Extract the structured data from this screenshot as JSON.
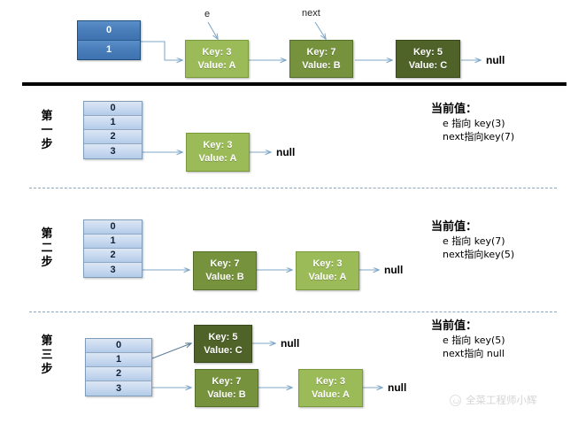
{
  "diagram": {
    "title_hidden": "HashMap rehash / transfer linked-list reversal",
    "colors": {
      "node_light": "#9bbb59",
      "node_mid": "#76923c",
      "node_dark": "#4f6228",
      "table_blue": "#4a7ebb",
      "table_light_blue": "#c6d8ef",
      "arrow": "#7da7c9",
      "divider_solid": "#000000",
      "divider_dashed": "#8ba6bf"
    },
    "null_label": "null"
  },
  "top_section": {
    "table": {
      "name": "bucket-table",
      "rows": [
        "0",
        "1"
      ]
    },
    "pointers": [
      {
        "name": "e",
        "label": "e"
      },
      {
        "name": "next",
        "label": "next"
      }
    ],
    "nodes": [
      {
        "key_label": "Key: 3",
        "value_label": "Value: A",
        "shade": "light"
      },
      {
        "key_label": "Key: 7",
        "value_label": "Value: B",
        "shade": "mid"
      },
      {
        "key_label": "Key: 5",
        "value_label": "Value: C",
        "shade": "dark"
      }
    ],
    "tail": "null"
  },
  "steps": [
    {
      "id": "step-one",
      "label_chars": [
        "第",
        "一",
        "步"
      ],
      "table": {
        "rows": [
          "0",
          "1",
          "2",
          "3"
        ]
      },
      "chains": [
        {
          "from_row": "3",
          "nodes": [
            {
              "key_label": "Key: 3",
              "value_label": "Value: A",
              "shade": "light"
            }
          ],
          "tail": "null"
        }
      ],
      "annotation": {
        "title": "当前值：",
        "lines": [
          "e  指向 key(3)",
          "next指向key(7)"
        ]
      }
    },
    {
      "id": "step-two",
      "label_chars": [
        "第",
        "二",
        "步"
      ],
      "table": {
        "rows": [
          "0",
          "1",
          "2",
          "3"
        ]
      },
      "chains": [
        {
          "from_row": "3",
          "nodes": [
            {
              "key_label": "Key: 7",
              "value_label": "Value: B",
              "shade": "mid"
            },
            {
              "key_label": "Key: 3",
              "value_label": "Value: A",
              "shade": "light"
            }
          ],
          "tail": "null"
        }
      ],
      "annotation": {
        "title": "当前值：",
        "lines": [
          "e  指向 key(7)",
          "next指向key(5)"
        ]
      }
    },
    {
      "id": "step-three",
      "label_chars": [
        "第",
        "三",
        "步"
      ],
      "table": {
        "rows": [
          "0",
          "1",
          "2",
          "3"
        ]
      },
      "chains": [
        {
          "from_row": "1",
          "nodes": [
            {
              "key_label": "Key: 5",
              "value_label": "Value: C",
              "shade": "dark"
            }
          ],
          "tail": "null"
        },
        {
          "from_row": "3",
          "nodes": [
            {
              "key_label": "Key: 7",
              "value_label": "Value: B",
              "shade": "mid"
            },
            {
              "key_label": "Key: 3",
              "value_label": "Value: A",
              "shade": "light"
            }
          ],
          "tail": "null"
        }
      ],
      "annotation": {
        "title": "当前值：",
        "lines": [
          "e  指向 key(5)",
          "next指向 null"
        ]
      }
    }
  ],
  "watermark": {
    "text": "全菜工程师小辉"
  }
}
